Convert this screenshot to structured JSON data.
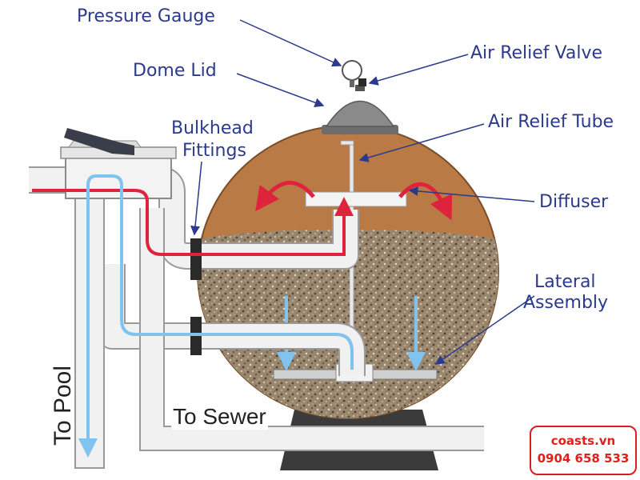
{
  "labels": {
    "pressure_gauge": "Pressure Gauge",
    "air_relief_valve": "Air Relief Valve",
    "dome_lid": "Dome Lid",
    "air_relief_tube": "Air Relief Tube",
    "bulkhead_line1": "Bulkhead",
    "bulkhead_line2": "Fittings",
    "diffuser": "Diffuser",
    "lateral_line1": "Lateral",
    "lateral_line2": "Assembly",
    "to_pool": "To Pool",
    "to_sewer": "To Sewer"
  },
  "watermark": {
    "site": "coasts.vn",
    "phone": "0904 658 533"
  },
  "colors": {
    "label_text": "#2b3a8c",
    "tank_water": "#b97a45",
    "sand_base": "#9a8770",
    "flow_in": "#e0233c",
    "flow_out": "#7fc3ee",
    "pipe": "#f1f1f1",
    "pipe_stroke": "#9a9a9a",
    "dome": "#808080",
    "stand": "#3b3b3b",
    "watermark": "#e0201c"
  }
}
